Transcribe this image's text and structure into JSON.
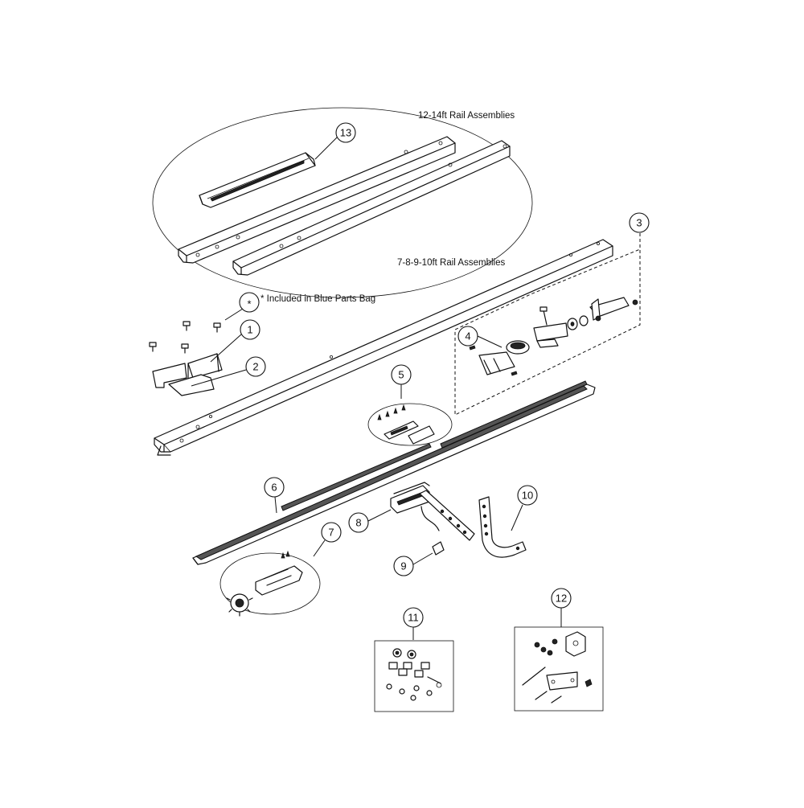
{
  "labels": {
    "rail_12_14": "12-14ft Rail Assemblies",
    "rail_7_10": "7-8-9-10ft Rail Assemblies",
    "blue_bag": "* Included in Blue Parts Bag",
    "asterisk": "*"
  },
  "callouts": [
    "1",
    "2",
    "3",
    "4",
    "5",
    "6",
    "7",
    "8",
    "9",
    "10",
    "11",
    "12",
    "13"
  ]
}
